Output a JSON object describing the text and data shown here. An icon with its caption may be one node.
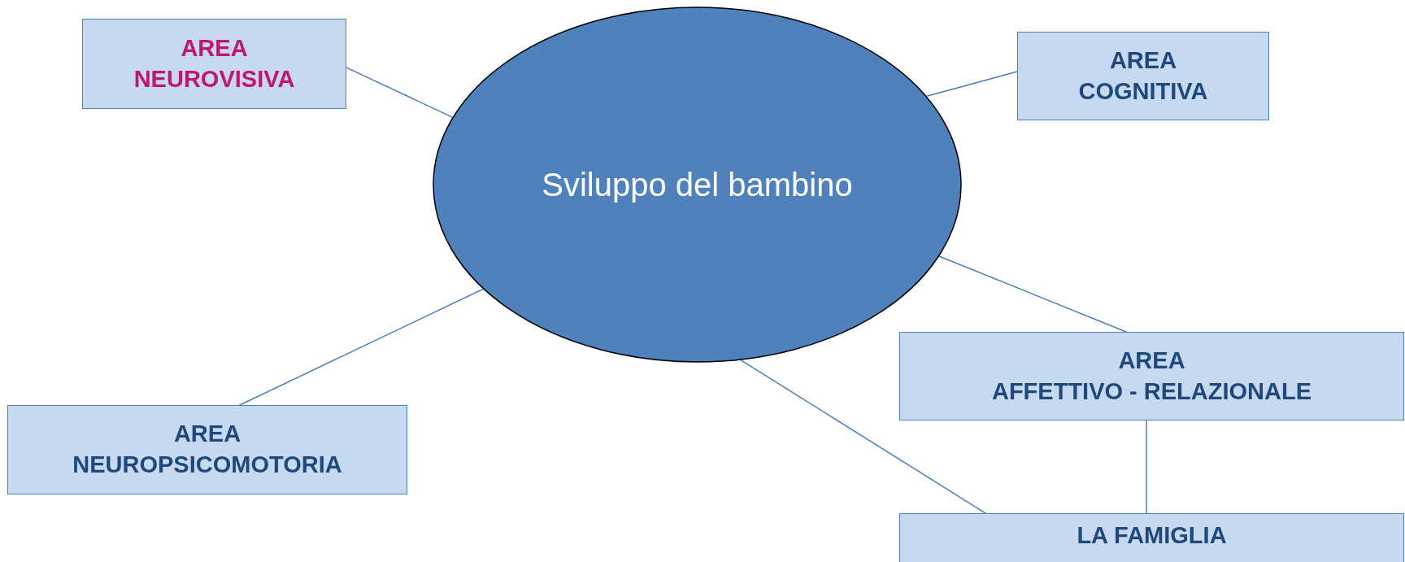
{
  "diagram": {
    "nodes": [
      {
        "text": [
          "Sviluppo del bambino"
        ]
      },
      {
        "text": [
          "AREA NEUROVISIVA"
        ]
      },
      {
        "text": [
          "AREA COGNITIVA"
        ]
      },
      {
        "text": [
          "AREA AFFETTIVO - RELAZIONALE"
        ]
      },
      {
        "text": [
          "AREA NEUROPSICOMOTORIA"
        ]
      },
      {
        "text": [
          "LA FAMIGLIA"
        ]
      }
    ],
    "edges": [
      {
        "from": 0,
        "to": 1,
        "arrow": "none"
      },
      {
        "from": 0,
        "to": 2,
        "arrow": "none"
      },
      {
        "from": 0,
        "to": 3,
        "arrow": "none"
      },
      {
        "from": 0,
        "to": 4,
        "arrow": "none"
      },
      {
        "from": 0,
        "to": 5,
        "arrow": "none"
      },
      {
        "from": 3,
        "to": 5,
        "arrow": "none"
      }
    ]
  }
}
